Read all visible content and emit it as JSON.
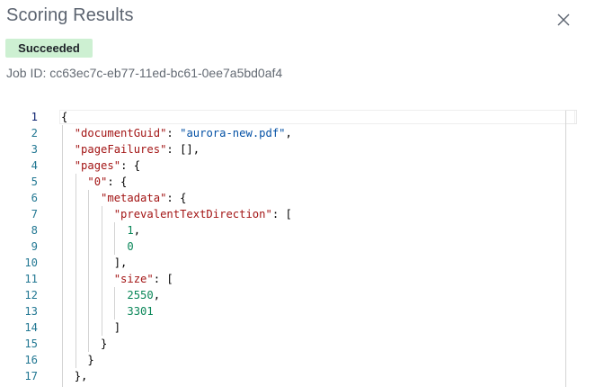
{
  "header": {
    "title": "Scoring Results",
    "close_icon": "close-icon"
  },
  "status": {
    "label": "Succeeded",
    "color": "#cdf0d2"
  },
  "job": {
    "id_text": "Job ID: cc63ec7c-eb77-11ed-bc61-0ee7a5bd0af4"
  },
  "editor": {
    "line_numbers": [
      "1",
      "2",
      "3",
      "4",
      "5",
      "6",
      "7",
      "8",
      "9",
      "10",
      "11",
      "12",
      "13",
      "14",
      "15",
      "16",
      "17"
    ],
    "lines": [
      {
        "indent": "",
        "tokens": [
          {
            "t": "p",
            "v": "{"
          }
        ]
      },
      {
        "indent": "  ",
        "tokens": [
          {
            "t": "k",
            "v": "\"documentGuid\""
          },
          {
            "t": "p",
            "v": ": "
          },
          {
            "t": "s",
            "v": "\"aurora-new.pdf\""
          },
          {
            "t": "p",
            "v": ","
          }
        ]
      },
      {
        "indent": "  ",
        "tokens": [
          {
            "t": "k",
            "v": "\"pageFailures\""
          },
          {
            "t": "p",
            "v": ": [],"
          }
        ]
      },
      {
        "indent": "  ",
        "tokens": [
          {
            "t": "k",
            "v": "\"pages\""
          },
          {
            "t": "p",
            "v": ": {"
          }
        ]
      },
      {
        "indent": "    ",
        "tokens": [
          {
            "t": "k",
            "v": "\"0\""
          },
          {
            "t": "p",
            "v": ": {"
          }
        ]
      },
      {
        "indent": "      ",
        "tokens": [
          {
            "t": "k",
            "v": "\"metadata\""
          },
          {
            "t": "p",
            "v": ": {"
          }
        ]
      },
      {
        "indent": "        ",
        "tokens": [
          {
            "t": "k",
            "v": "\"prevalentTextDirection\""
          },
          {
            "t": "p",
            "v": ": ["
          }
        ]
      },
      {
        "indent": "          ",
        "tokens": [
          {
            "t": "n",
            "v": "1"
          },
          {
            "t": "p",
            "v": ","
          }
        ]
      },
      {
        "indent": "          ",
        "tokens": [
          {
            "t": "n",
            "v": "0"
          }
        ]
      },
      {
        "indent": "        ",
        "tokens": [
          {
            "t": "p",
            "v": "],"
          }
        ]
      },
      {
        "indent": "        ",
        "tokens": [
          {
            "t": "k",
            "v": "\"size\""
          },
          {
            "t": "p",
            "v": ": ["
          }
        ]
      },
      {
        "indent": "          ",
        "tokens": [
          {
            "t": "n",
            "v": "2550"
          },
          {
            "t": "p",
            "v": ","
          }
        ]
      },
      {
        "indent": "          ",
        "tokens": [
          {
            "t": "n",
            "v": "3301"
          }
        ]
      },
      {
        "indent": "        ",
        "tokens": [
          {
            "t": "p",
            "v": "]"
          }
        ]
      },
      {
        "indent": "      ",
        "tokens": [
          {
            "t": "p",
            "v": "}"
          }
        ]
      },
      {
        "indent": "    ",
        "tokens": [
          {
            "t": "p",
            "v": "}"
          }
        ]
      },
      {
        "indent": "  ",
        "tokens": [
          {
            "t": "p",
            "v": "},"
          }
        ]
      }
    ],
    "colors": {
      "key": "#a31515",
      "string": "#0451a5",
      "number": "#098658",
      "line_number": "#237893"
    }
  }
}
